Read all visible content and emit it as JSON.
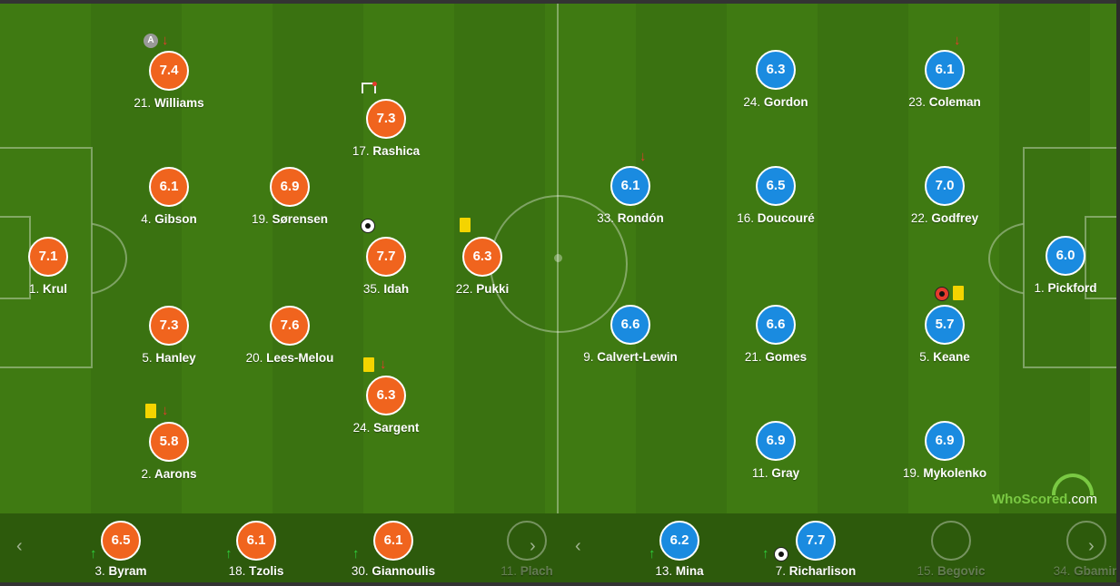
{
  "colors": {
    "home": "#f0641e",
    "away": "#1a8be0",
    "pitch": "#3f7a12"
  },
  "home_players": [
    {
      "num": "21.",
      "name": "Williams",
      "rating": "7.4"
    },
    {
      "num": "17.",
      "name": "Rashica",
      "rating": "7.3"
    },
    {
      "num": "4.",
      "name": "Gibson",
      "rating": "6.1"
    },
    {
      "num": "19.",
      "name": "Sørensen",
      "rating": "6.9"
    },
    {
      "num": "1.",
      "name": "Krul",
      "rating": "7.1"
    },
    {
      "num": "35.",
      "name": "Idah",
      "rating": "7.7"
    },
    {
      "num": "22.",
      "name": "Pukki",
      "rating": "6.3"
    },
    {
      "num": "5.",
      "name": "Hanley",
      "rating": "7.3"
    },
    {
      "num": "20.",
      "name": "Lees-Melou",
      "rating": "7.6"
    },
    {
      "num": "24.",
      "name": "Sargent",
      "rating": "6.3"
    },
    {
      "num": "2.",
      "name": "Aarons",
      "rating": "5.8"
    }
  ],
  "away_players": [
    {
      "num": "24.",
      "name": "Gordon",
      "rating": "6.3"
    },
    {
      "num": "23.",
      "name": "Coleman",
      "rating": "6.1"
    },
    {
      "num": "33.",
      "name": "Rondón",
      "rating": "6.1"
    },
    {
      "num": "16.",
      "name": "Doucouré",
      "rating": "6.5"
    },
    {
      "num": "22.",
      "name": "Godfrey",
      "rating": "7.0"
    },
    {
      "num": "1.",
      "name": "Pickford",
      "rating": "6.0"
    },
    {
      "num": "9.",
      "name": "Calvert-Lewin",
      "rating": "6.6"
    },
    {
      "num": "21.",
      "name": "Gomes",
      "rating": "6.6"
    },
    {
      "num": "5.",
      "name": "Keane",
      "rating": "5.7"
    },
    {
      "num": "11.",
      "name": "Gray",
      "rating": "6.9"
    },
    {
      "num": "19.",
      "name": "Mykolenko",
      "rating": "6.9"
    }
  ],
  "captain_label": "A",
  "home_subs": [
    {
      "num": "3.",
      "name": "Byram",
      "rating": "6.5"
    },
    {
      "num": "18.",
      "name": "Tzolis",
      "rating": "6.1"
    },
    {
      "num": "30.",
      "name": "Giannoulis",
      "rating": "6.1"
    },
    {
      "num": "11.",
      "name": "Plach"
    }
  ],
  "away_subs": [
    {
      "num": "13.",
      "name": "Mina",
      "rating": "6.2"
    },
    {
      "num": "7.",
      "name": "Richarlison",
      "rating": "7.7"
    },
    {
      "num": "15.",
      "name": "Begovic"
    },
    {
      "num": "34.",
      "name": "Gbamin"
    }
  ],
  "nav": {
    "prev": "‹",
    "next": "›"
  },
  "logo": {
    "brand": "WhoScored",
    "suffix": ".com"
  },
  "icons": [
    "captain-icon",
    "sub-off-arrow-icon",
    "sub-on-arrow-icon",
    "yellow-card-icon",
    "goal-ball-icon",
    "own-goal-icon",
    "assist-goal-frame-icon"
  ]
}
